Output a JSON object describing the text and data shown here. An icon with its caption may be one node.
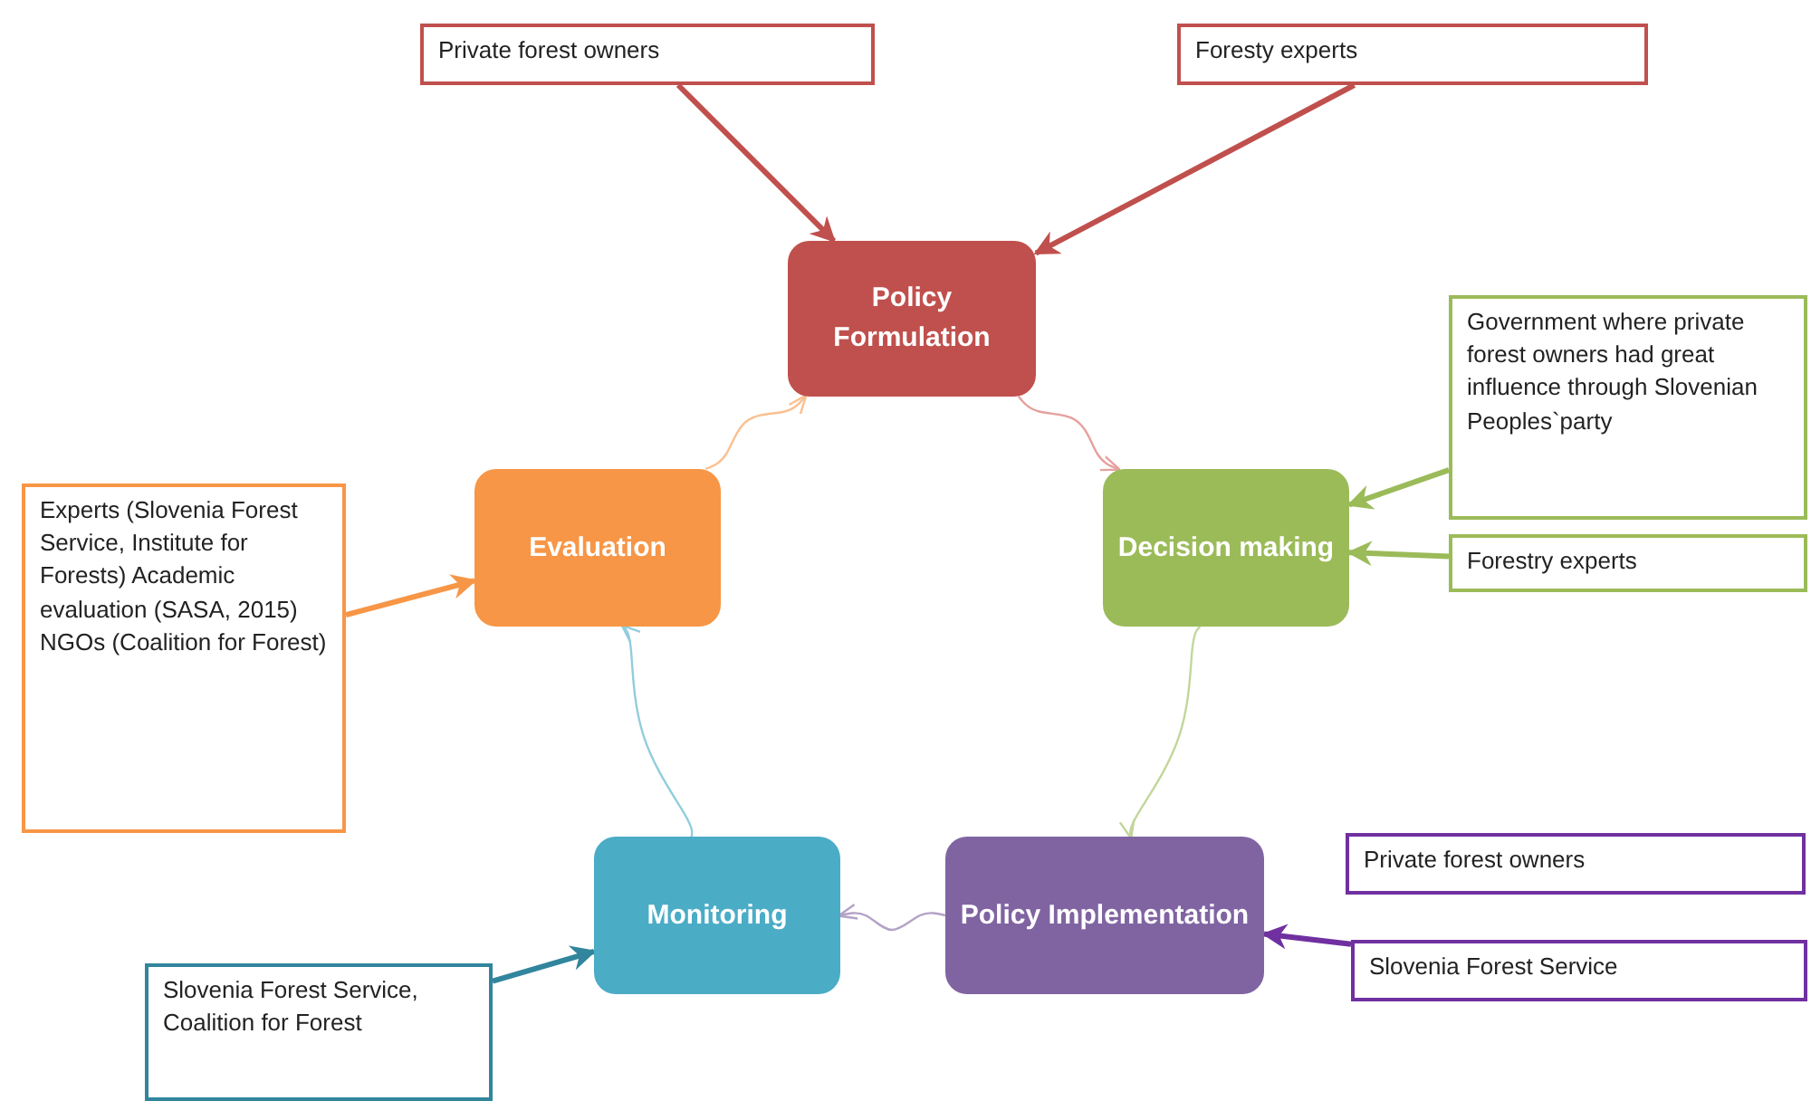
{
  "diagram": {
    "nodes": [
      {
        "text": [
          "Policy Formulation"
        ]
      },
      {
        "text": [
          "Decision making"
        ]
      },
      {
        "text": [
          "Policy Implementation"
        ]
      },
      {
        "text": [
          "Monitoring"
        ]
      },
      {
        "text": [
          "Evaluation"
        ]
      },
      {
        "text": [
          "Private forest owners"
        ]
      },
      {
        "text": [
          "Foresty experts"
        ]
      },
      {
        "text": [
          "Government where private forest owners had great influence through Slovenian Peoples`party"
        ]
      },
      {
        "text": [
          "Forestry experts"
        ]
      },
      {
        "text": [
          "Private forest owners"
        ]
      },
      {
        "text": [
          "Slovenia Forest Service"
        ]
      },
      {
        "text": [
          "Experts (Slovenia Forest Service, Institute for Forests) Academic evaluation (SASA, 2015) NGOs (Coalition for Forest)"
        ]
      },
      {
        "text": [
          "Slovenia Forest Service, Coalition for Forest"
        ]
      }
    ],
    "edges": [
      {
        "from": 0,
        "to": 1,
        "arrow": "to",
        "color": "#e6a09e"
      },
      {
        "from": 1,
        "to": 2,
        "arrow": "to",
        "color": "#c3d69b"
      },
      {
        "from": 2,
        "to": 3,
        "arrow": "to",
        "color": "#b3a2c7"
      },
      {
        "from": 3,
        "to": 4,
        "arrow": "to",
        "color": "#93cddd"
      },
      {
        "from": 4,
        "to": 0,
        "arrow": "to",
        "color": "#fac090"
      },
      {
        "from": 5,
        "to": 0,
        "arrow": "to",
        "color": "#c0504d"
      },
      {
        "from": 6,
        "to": 0,
        "arrow": "to",
        "color": "#c0504d"
      },
      {
        "from": 7,
        "to": 1,
        "arrow": "to",
        "color": "#9bbb59"
      },
      {
        "from": 8,
        "to": 1,
        "arrow": "to",
        "color": "#9bbb59"
      },
      {
        "from": 10,
        "to": 2,
        "arrow": "to",
        "color": "#7030a0"
      },
      {
        "from": 11,
        "to": 4,
        "arrow": "to",
        "color": "#f79646"
      },
      {
        "from": 12,
        "to": 3,
        "arrow": "to",
        "color": "#31859c"
      }
    ]
  }
}
